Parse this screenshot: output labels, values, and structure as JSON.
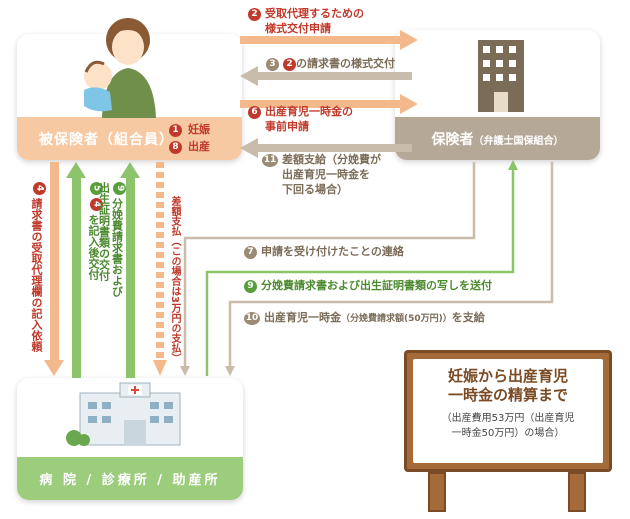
{
  "nodes": {
    "insured": "被保険者（組合員）",
    "insurer_main": "保険者",
    "insurer_sub": "（弁護士国保組合）",
    "hospital": "病 院 / 診療所 / 助産所"
  },
  "events": {
    "pregnancy": {
      "num": "1",
      "label": "妊娠"
    },
    "birth": {
      "num": "8",
      "label": "出産"
    }
  },
  "arrows": {
    "s2": {
      "num": "2",
      "line1": "受取代理するための",
      "line2": "様式交付申請"
    },
    "s3": {
      "num": "3",
      "ref": "2",
      "text": "の請求書の様式交付"
    },
    "s6": {
      "num": "6",
      "line1": "出産育児一時金の",
      "line2": "事前申請"
    },
    "s11": {
      "num": "11",
      "line1": "差額支給（分娩費が",
      "line2": "出産育児一時金を",
      "line3": "下回る場合）"
    },
    "s4": {
      "num": "4",
      "text": "請求書の受取代理欄の記入依頼"
    },
    "s5": {
      "num": "5",
      "ref": "4",
      "text": "を記入後交付"
    },
    "s9v": {
      "num": "9",
      "line1": "分娩費請求書および",
      "line2": "出生証明書類の交付"
    },
    "s_diff": {
      "text": "差額支払（この場合は3万円の支払）"
    },
    "s7": {
      "num": "7",
      "text": "申請を受け付けたことの連絡"
    },
    "s9h": {
      "num": "9",
      "text": "分娩費請求書および出生証明書類の写しを送付"
    },
    "s10": {
      "num": "10",
      "text_main": "出産育児一時金",
      "text_small": "（分娩費請求額(50万円)）",
      "text_end": "を支給"
    }
  },
  "sign": {
    "title_line1": "妊娠から出産育児",
    "title_line2": "一時金の精算まで",
    "note_line1": "（出産費用53万円（出産育児",
    "note_line2": "一時金50万円）の場合）"
  },
  "colors": {
    "insured": "#f6c9a3",
    "insurer": "#b6a896",
    "hospital": "#9ccd7c",
    "arrow_orange": "#f4b98a",
    "arrow_tan": "#c9bcaa",
    "arrow_green": "#8cc46c",
    "text_red": "#c0392b",
    "text_green": "#4c8a30",
    "sign_wood": "#a46a3a"
  }
}
